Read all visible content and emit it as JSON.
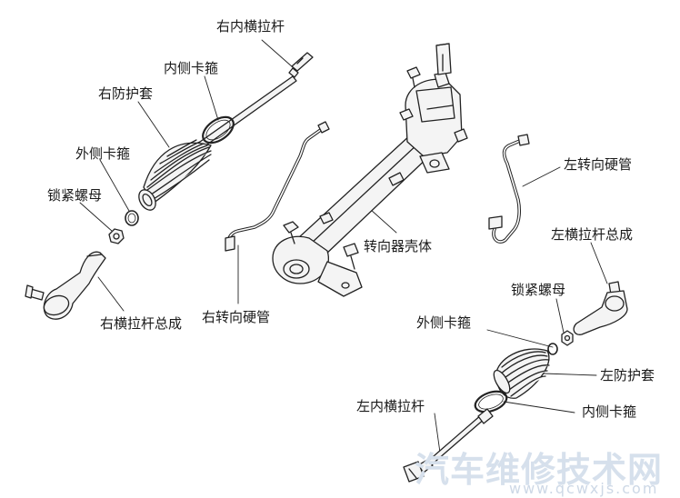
{
  "labels": {
    "right_inner_tie_rod": "右内横拉杆",
    "inner_clamp_right": "内侧卡箍",
    "right_boot": "右防护套",
    "outer_clamp_right": "外侧卡箍",
    "lock_nut_right": "锁紧螺母",
    "right_tie_rod_assembly": "右横拉杆总成",
    "right_steering_pipe": "右转向硬管",
    "steering_housing": "转向器壳体",
    "left_steering_pipe": "左转向硬管",
    "left_tie_rod_assembly": "左横拉杆总成",
    "lock_nut_left": "锁紧螺母",
    "outer_clamp_left": "外侧卡箍",
    "left_boot": "左防护套",
    "left_inner_tie_rod": "左内横拉杆",
    "inner_clamp_left": "内侧卡箍"
  },
  "watermark": {
    "text": "汽车维修技术网",
    "url": "www.qcwxjs.com"
  },
  "colors": {
    "line": "#222222",
    "part_fill": "#f4f4f4",
    "shade": "#c8c8c8"
  }
}
